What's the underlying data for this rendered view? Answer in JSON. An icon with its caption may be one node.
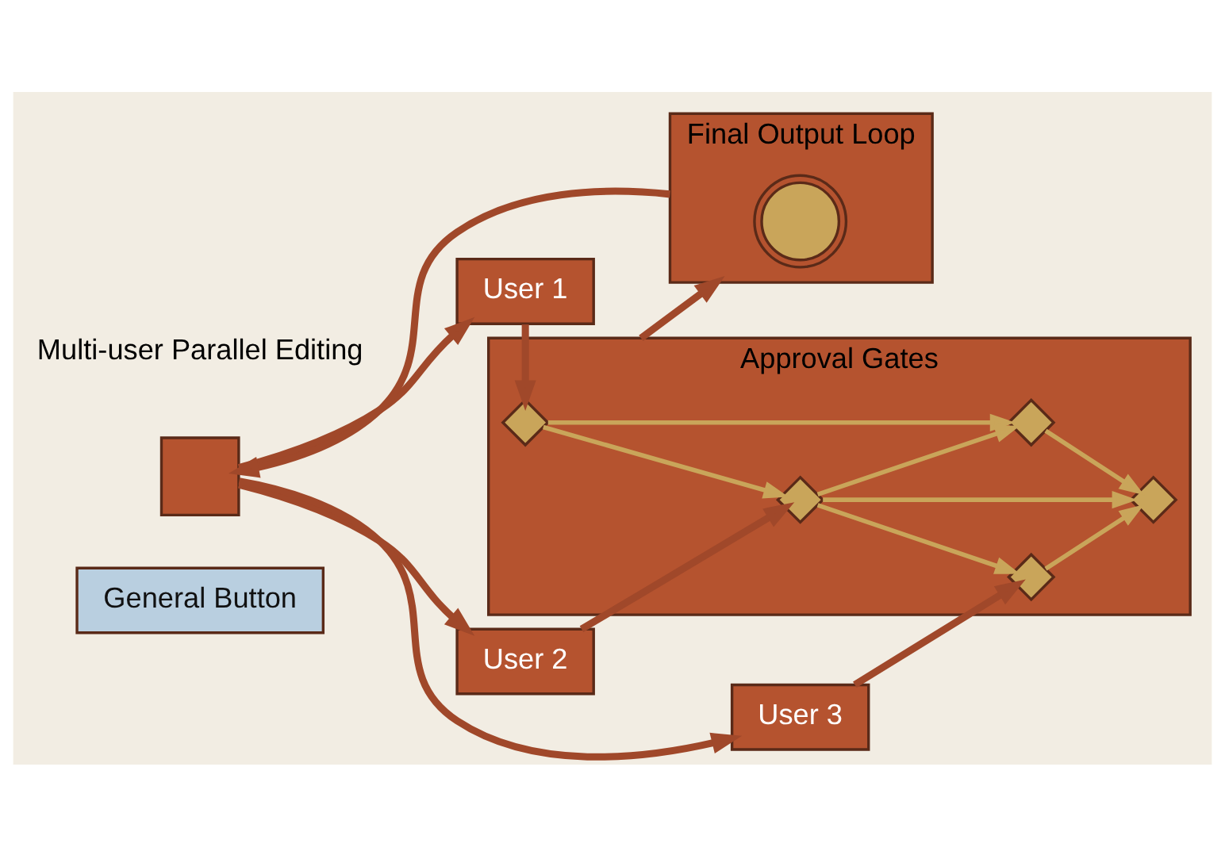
{
  "diagram": {
    "nodes": [
      {
        "text": [
          "General Button"
        ]
      },
      {
        "text": [],
        "shape": "box"
      },
      {
        "text": [
          "User 1"
        ]
      },
      {
        "text": [
          "User 2"
        ]
      },
      {
        "text": [
          "User 3"
        ]
      },
      {
        "text": [
          "Approval Gates"
        ]
      },
      {
        "text": [],
        "shape": "diamond",
        "in": 5
      },
      {
        "text": [],
        "shape": "diamond",
        "in": 5
      },
      {
        "text": [],
        "shape": "diamond",
        "in": 5
      },
      {
        "text": [],
        "shape": "diamond",
        "in": 5
      },
      {
        "text": [],
        "shape": "diamond",
        "in": 5
      },
      {
        "text": [
          "Final Output Loop"
        ]
      },
      {
        "text": [],
        "shape": "picture",
        "in": 11
      }
    ],
    "edges": [
      {
        "from": 1,
        "to": 2,
        "arrow": "to"
      },
      {
        "from": 1,
        "to": 3,
        "arrow": "to"
      },
      {
        "from": 1,
        "to": 4,
        "arrow": "to"
      },
      {
        "from": 2,
        "to": 6,
        "arrow": "to"
      },
      {
        "from": 3,
        "to": 8,
        "arrow": "to"
      },
      {
        "from": 4,
        "to": 10,
        "arrow": "to"
      },
      {
        "from": 6,
        "to": 7,
        "arrow": "to",
        "color": "#c9a55a"
      },
      {
        "from": 6,
        "to": 8,
        "arrow": "to",
        "color": "#c9a55a"
      },
      {
        "from": 8,
        "to": 7,
        "arrow": "to",
        "color": "#c9a55a"
      },
      {
        "from": 8,
        "to": 9,
        "arrow": "to",
        "color": "#c9a55a"
      },
      {
        "from": 7,
        "to": 9,
        "arrow": "to",
        "color": "#c9a55a"
      },
      {
        "from": 8,
        "to": 10,
        "arrow": "to",
        "color": "#c9a55a"
      },
      {
        "from": 10,
        "to": 9,
        "arrow": "to",
        "color": "#c9a55a"
      },
      {
        "from": 5,
        "to": 11,
        "arrow": "to"
      },
      {
        "from": 11,
        "to": 1,
        "arrow": "to"
      }
    ],
    "labels": [
      "Multi-user Parallel Editing"
    ]
  }
}
